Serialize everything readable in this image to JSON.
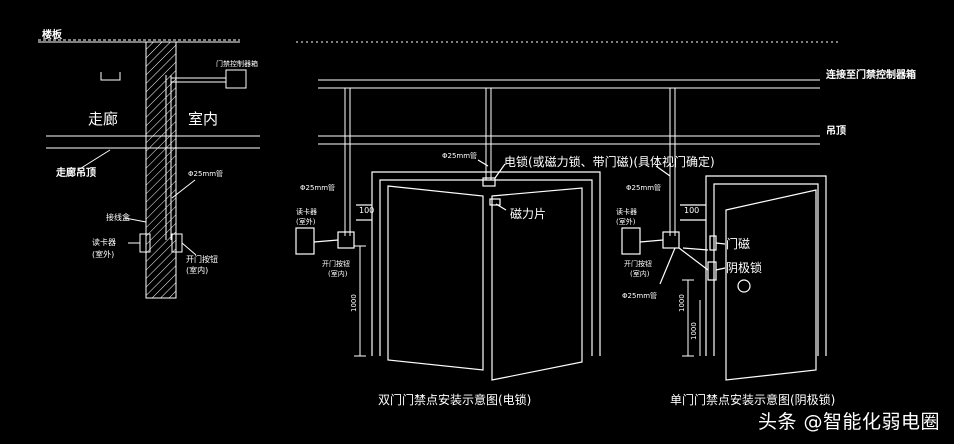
{
  "labels": {
    "floor_slab": "楼板",
    "corridor": "走廊",
    "indoor": "室内",
    "door_ctrl_box": "门禁控制器箱",
    "corridor_ceiling": "走廊吊顶",
    "pipe_25_left": "Φ25mm管",
    "junction_box": "接线盒",
    "reader_outdoor_l1": "读卡器",
    "reader_outdoor_l2": "(室外)",
    "open_btn_indoor_l1": "开门按钮",
    "open_btn_indoor_l2": "(室内)",
    "connect_ctrl_box": "连接至门禁控制器箱",
    "ceiling": "吊顶",
    "pipe_25_mid_top": "Φ25mm管",
    "elock_note": "电锁(或磁力锁、带门磁)(具体视门确定)",
    "pipe_25_mid_left": "Φ25mm管",
    "dim_100_mid": "100",
    "magnet_plate": "磁力片",
    "reader_mid_l1": "读卡器",
    "reader_mid_l2": "(室外)",
    "open_btn_mid_l1": "开门按钮",
    "open_btn_mid_l2": "(室内)",
    "dim_1000_mid": "1000",
    "caption_double": "双门门禁点安装示意图(电锁)",
    "pipe_25_right_top": "Φ25mm管",
    "dim_100_right": "100",
    "reader_right_l1": "读卡器",
    "reader_right_l2": "(室外)",
    "open_btn_right_l1": "开门按钮",
    "open_btn_right_l2": "(室内)",
    "door_contact": "门磁",
    "cathode_lock": "阴极锁",
    "pipe_25_right_low": "Φ25mm管",
    "dim_1000_right_a": "1000",
    "dim_1000_right_b": "1000",
    "caption_single": "单门门禁点安装示意图(阴极锁)",
    "watermark": "头条 @智能化弱电圈"
  },
  "colors": {
    "background": "#000000",
    "line": "#ffffff"
  }
}
